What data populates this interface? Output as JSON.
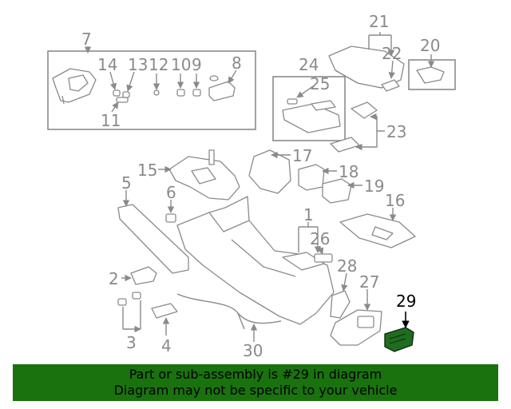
{
  "callouts": {
    "c1": "1",
    "c2": "2",
    "c3": "3",
    "c4": "4",
    "c5": "5",
    "c6": "6",
    "c7": "7",
    "c8": "8",
    "c9": "9",
    "c10": "10",
    "c11": "11",
    "c12": "12",
    "c13": "13",
    "c14": "14",
    "c15": "15",
    "c16": "16",
    "c17": "17",
    "c18": "18",
    "c19": "19",
    "c20": "20",
    "c21": "21",
    "c22": "22",
    "c23": "23",
    "c24": "24",
    "c25": "25",
    "c26": "26",
    "c27": "27",
    "c28": "28",
    "c29": "29",
    "c30": "30"
  },
  "highlight": {
    "part_number": "29",
    "color": "#1a720f"
  },
  "banner": {
    "line1": "Part or sub-assembly is #29 in diagram",
    "line2": "Diagram may not be specific to your vehicle"
  }
}
